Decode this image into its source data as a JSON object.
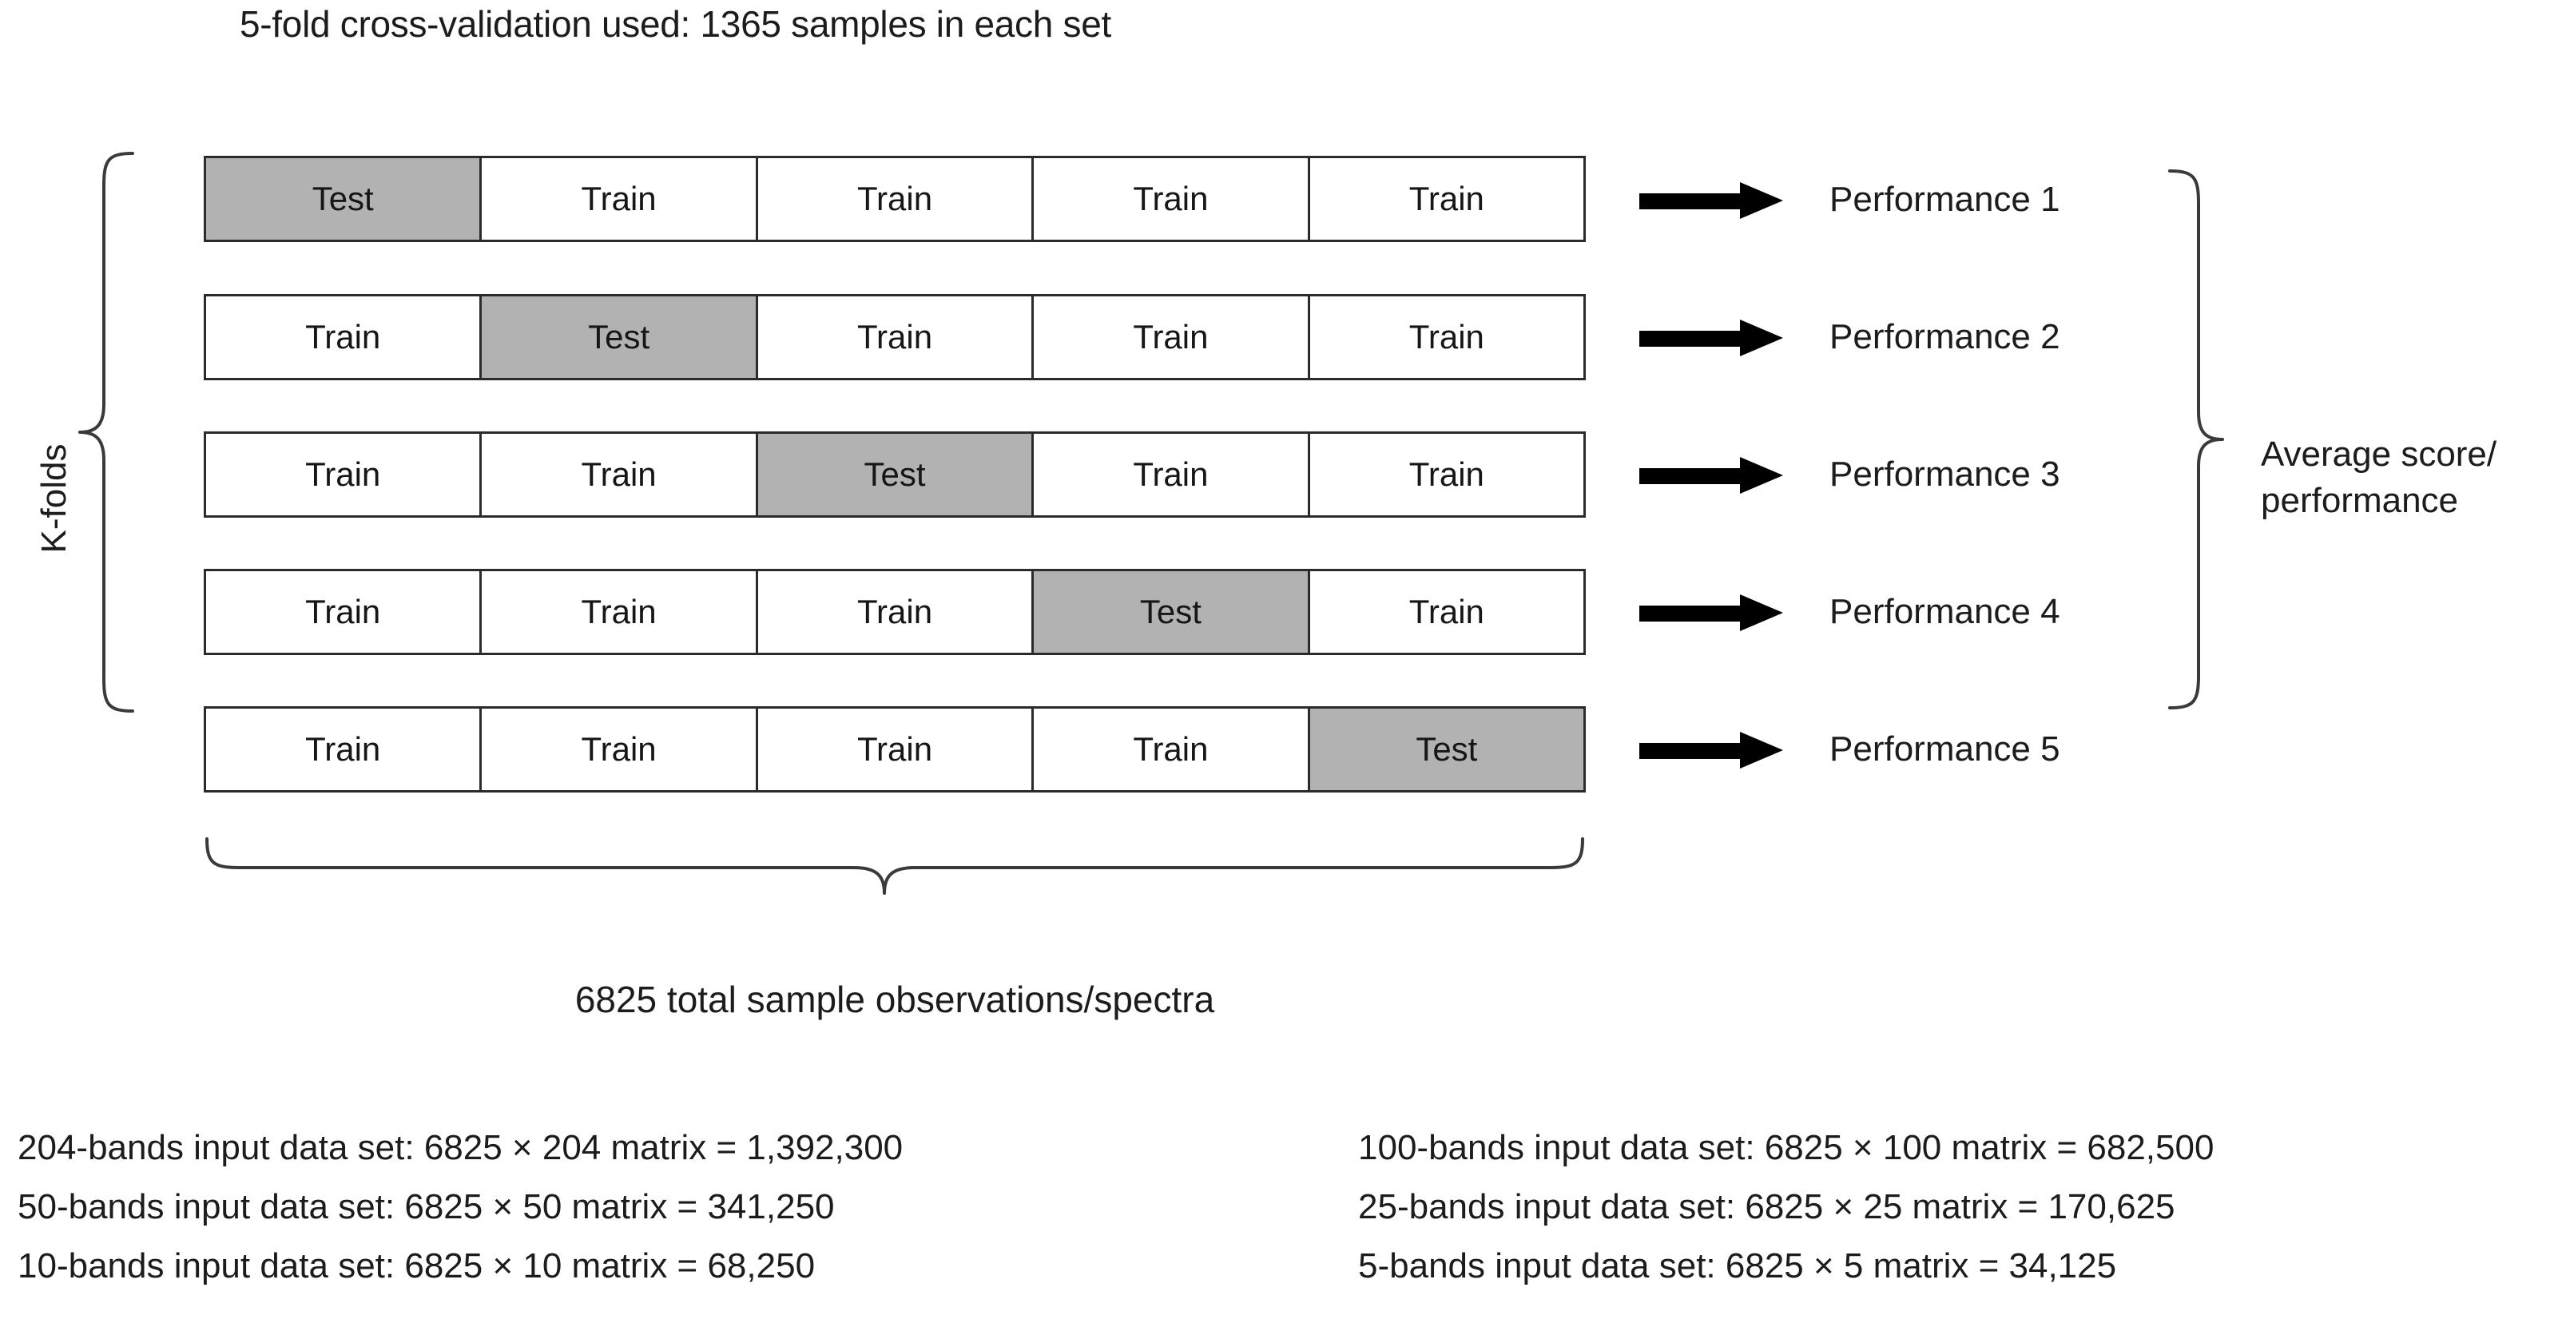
{
  "title": "5-fold cross-validation used: 1365 samples in each set",
  "axis": {
    "kfolds_label": "K-folds",
    "total_caption": "6825 total sample observations/spectra",
    "average_line1": "Average score/",
    "average_line2": "performance"
  },
  "labels": {
    "test": "Test",
    "train": "Train"
  },
  "chart_data": {
    "type": "table",
    "title": "5-fold cross-validation used: 1365 samples in each set",
    "n_folds": 5,
    "n_splits": 5,
    "samples_per_set": 1365,
    "total_observations": 6825,
    "test_fill_color": "#b2b2b2",
    "train_fill_color": "#ffffff",
    "folds": [
      {
        "fold": 1,
        "cells": [
          "Test",
          "Train",
          "Train",
          "Train",
          "Train"
        ],
        "test_index": 0,
        "performance_label": "Performance 1"
      },
      {
        "fold": 2,
        "cells": [
          "Train",
          "Test",
          "Train",
          "Train",
          "Train"
        ],
        "test_index": 1,
        "performance_label": "Performance 2"
      },
      {
        "fold": 3,
        "cells": [
          "Train",
          "Train",
          "Test",
          "Train",
          "Train"
        ],
        "test_index": 2,
        "performance_label": "Performance 3"
      },
      {
        "fold": 4,
        "cells": [
          "Train",
          "Train",
          "Train",
          "Test",
          "Train"
        ],
        "test_index": 3,
        "performance_label": "Performance 4"
      },
      {
        "fold": 5,
        "cells": [
          "Train",
          "Train",
          "Train",
          "Train",
          "Test"
        ],
        "test_index": 4,
        "performance_label": "Performance 5"
      }
    ]
  },
  "datasets": {
    "left": [
      "204-bands input data set: 6825 × 204 matrix = 1,392,300",
      "50-bands input data set: 6825 × 50 matrix = 341,250",
      "10-bands input data set: 6825 × 10 matrix = 68,250"
    ],
    "right": [
      "100-bands input data set: 6825 × 100 matrix = 682,500",
      "25-bands input data set: 6825 × 25 matrix = 170,625",
      "5-bands input data set: 6825 × 5 matrix = 34,125"
    ]
  }
}
